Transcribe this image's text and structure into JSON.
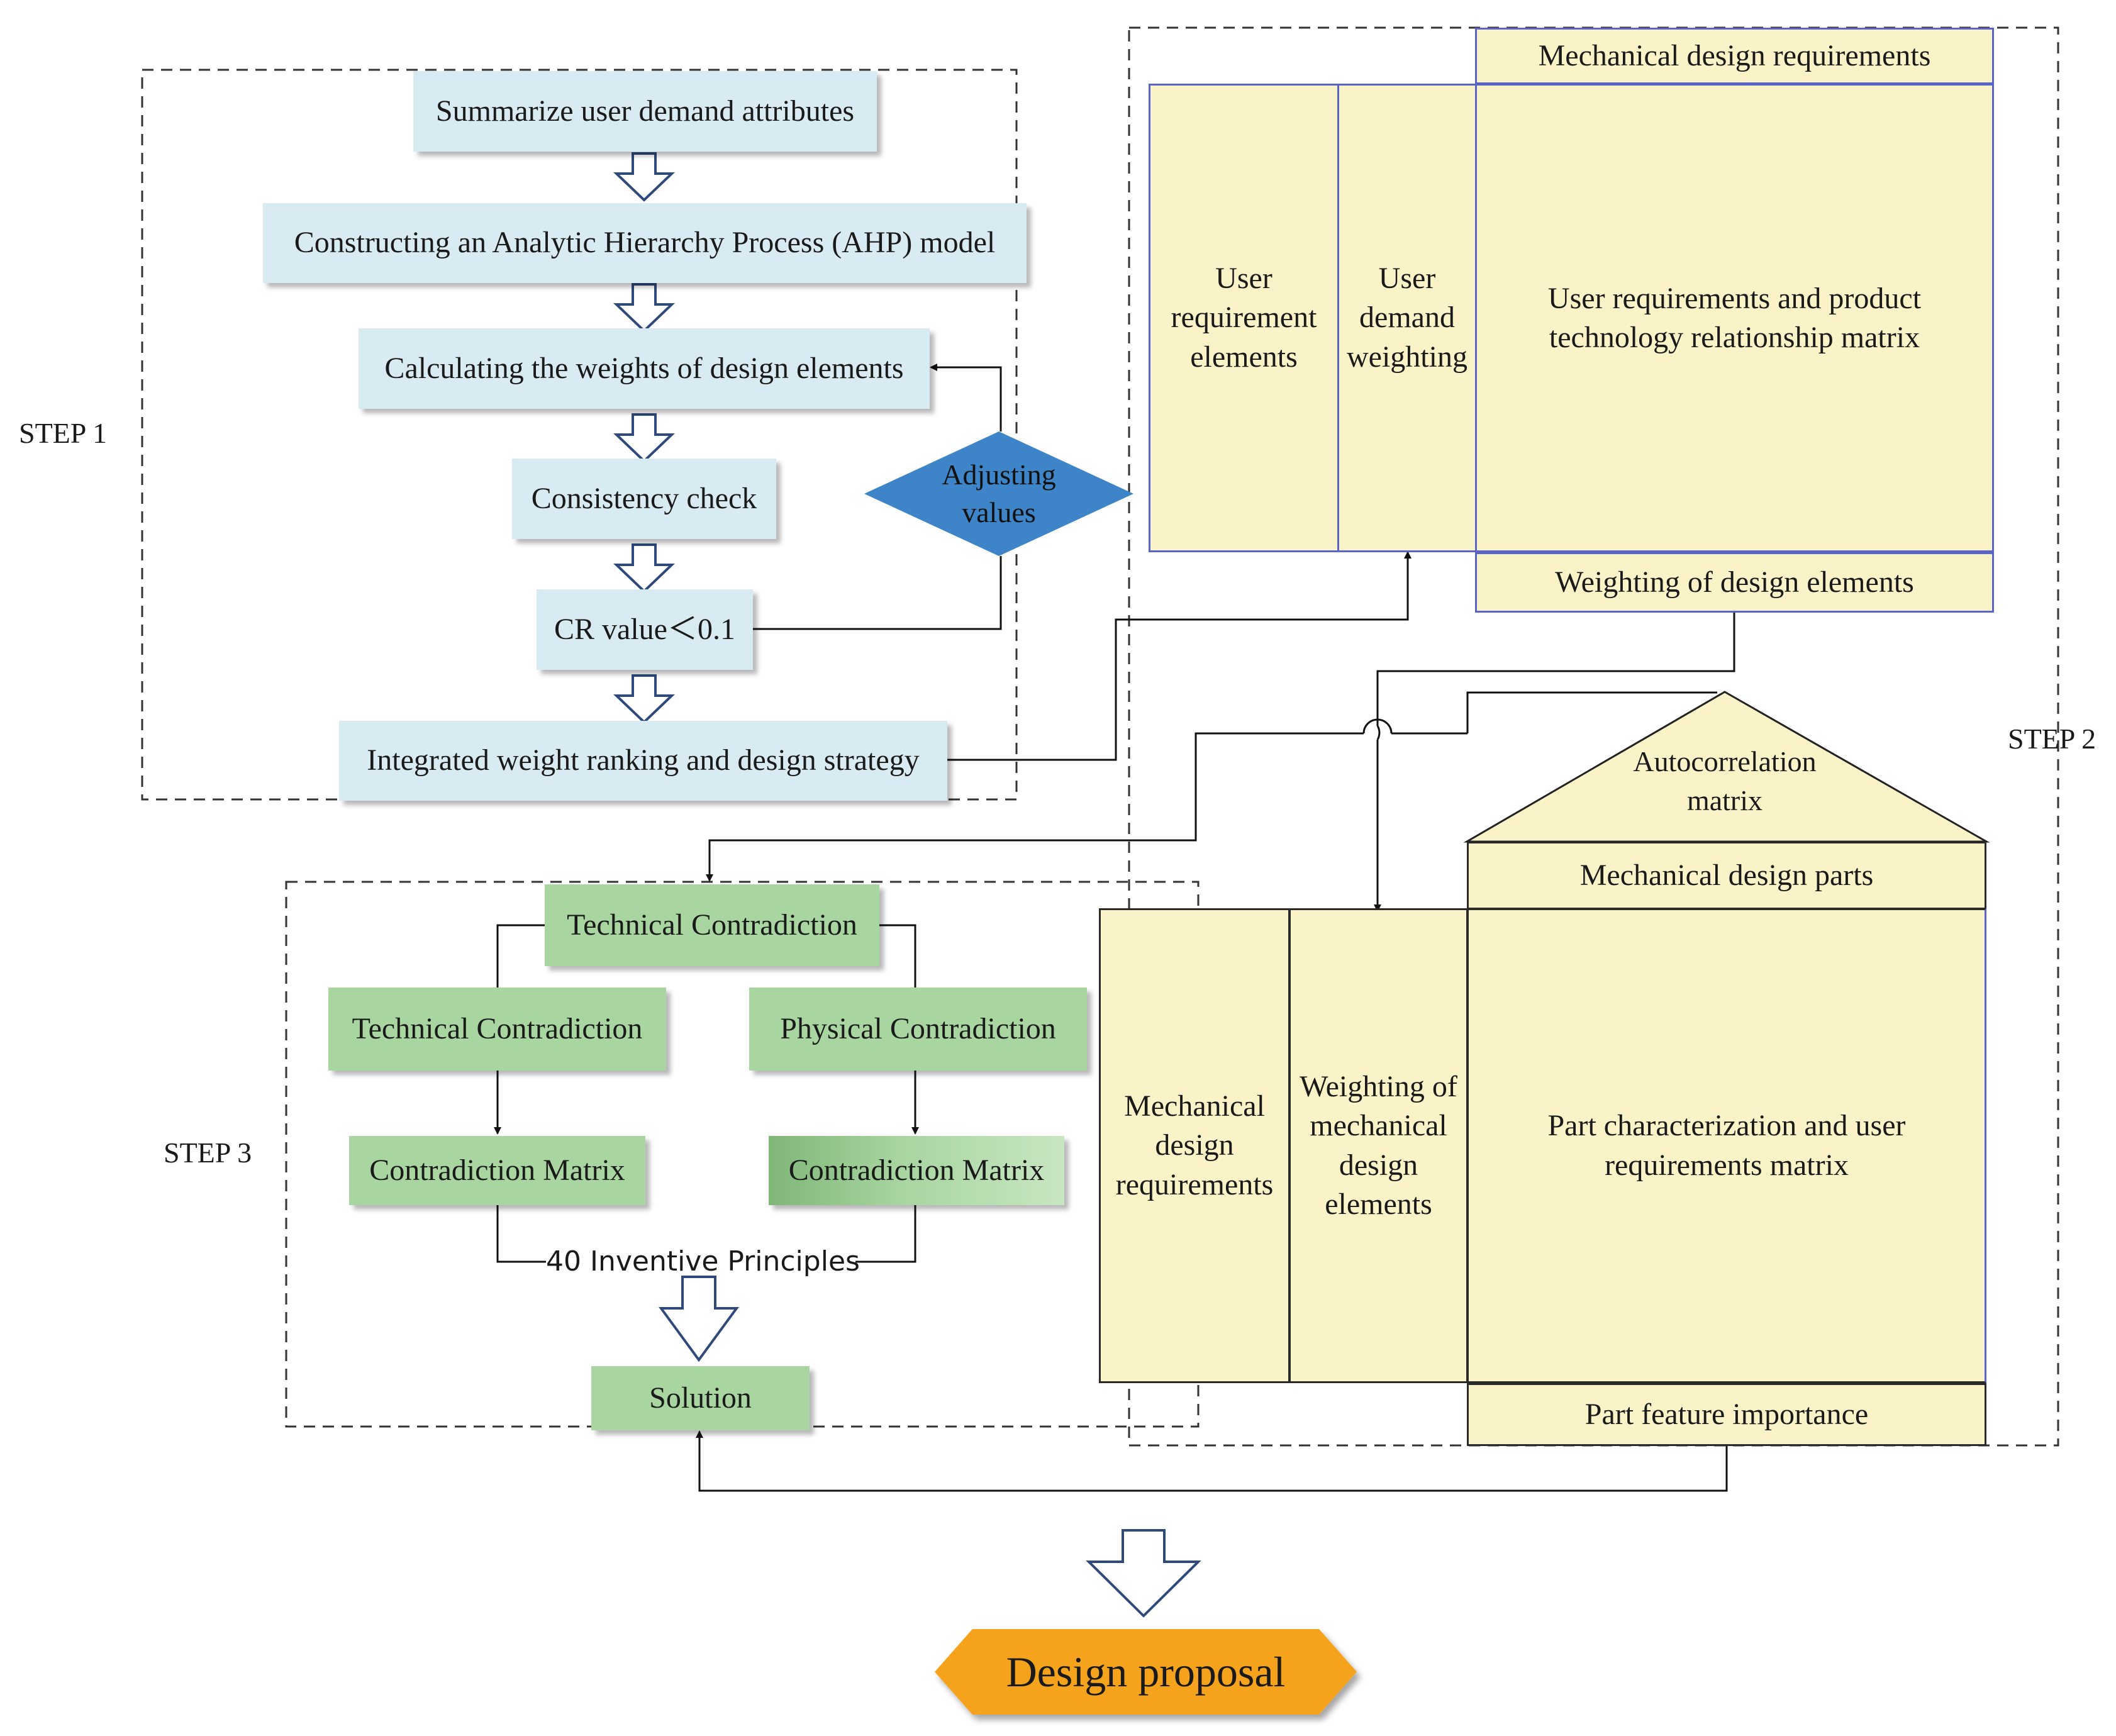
{
  "step1": {
    "label": "STEP 1",
    "summarize": "Summarize user demand attributes",
    "construct_ahp": "Constructing an Analytic Hierarchy Process (AHP) model",
    "calc_weights": "Calculating the weights of design elements",
    "consistency": "Consistency check",
    "cr_value": "CR value＜0.1",
    "integrated": "Integrated weight ranking and design strategy",
    "adjusting": "Adjusting values"
  },
  "step2": {
    "label": "STEP 2",
    "hoq1": {
      "top": "Mechanical design requirements",
      "col_user_req": "User requirement elements",
      "col_user_weight": "User demand weighting",
      "matrix": "User requirements and product technology relationship matrix",
      "bottom": "Weighting of design elements"
    },
    "hoq2": {
      "roof": "Autocorrelation matrix",
      "top": "Mechanical design parts",
      "col_mech_req": "Mechanical design requirements",
      "col_weighting": "Weighting of mechanical design elements",
      "matrix": "Part characterization and user requirements matrix",
      "bottom": "Part feature importance"
    }
  },
  "step3": {
    "label": "STEP 3",
    "top": "Technical Contradiction",
    "left": "Technical Contradiction",
    "right": "Physical Contradiction",
    "matrix_left": "Contradiction Matrix",
    "matrix_right": "Contradiction Matrix",
    "principles": "40 Inventive Principles",
    "solution": "Solution"
  },
  "output": {
    "design_proposal": "Design proposal"
  },
  "colors": {
    "blue_box": "#d9ebf2",
    "green_box": "#a8d5a0",
    "matrix_fill": "#fbf3c8",
    "diamond": "#3d85c8",
    "proposal": "#f5a31b",
    "matrix_border": "#5a64c8"
  }
}
